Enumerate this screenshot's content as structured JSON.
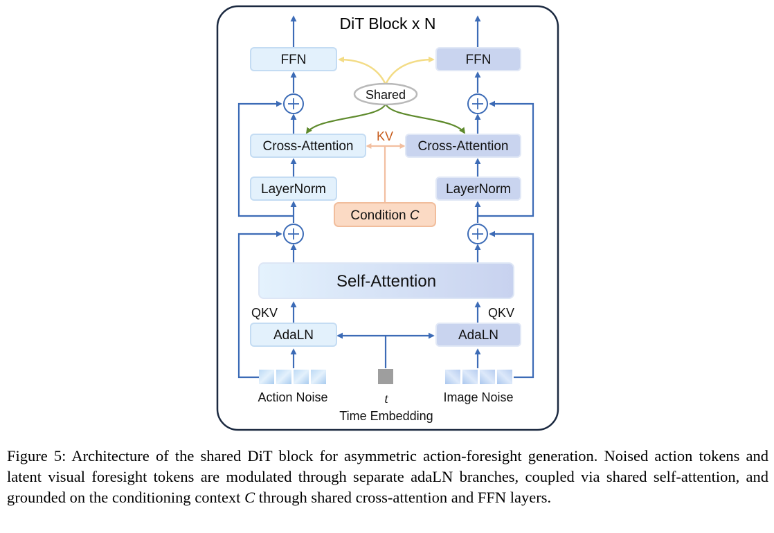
{
  "diagram": {
    "title": "DiT Block x N",
    "ffn_label": "FFN",
    "shared_label": "Shared",
    "kv_label": "KV",
    "cross_attention_label": "Cross-Attention",
    "layernorm_label": "LayerNorm",
    "condition_label": "Condition",
    "condition_symbol": "C",
    "self_attention_label": "Self-Attention",
    "qkv_label": "QKV",
    "adaln_label": "AdaLN",
    "action_noise_label": "Action Noise",
    "image_noise_label": "Image Noise",
    "t_label": "t",
    "time_embedding_label": "Time Embedding",
    "plus_symbol": "+"
  },
  "caption": {
    "prefix": "Figure 5: Architecture of the shared DiT block for asymmetric action-foresight generation. Noised action tokens and latent visual foresight tokens are modulated through separate adaLN branches, coupled via shared self-attention, and grounded on the conditioning context ",
    "symbol": "C",
    "suffix": " through shared cross-attention and FFN layers."
  },
  "colors": {
    "left_branch_fill": "#e3f1fc",
    "right_branch_fill": "#c9d4ef",
    "arrow_blue": "#3c6bb6",
    "shared_yellow": "#f3dc86",
    "shared_green": "#5e8a2c",
    "condition_fill": "#fbdac4",
    "kv_orange": "#c65b1b",
    "time_token": "#9e9e9e"
  }
}
